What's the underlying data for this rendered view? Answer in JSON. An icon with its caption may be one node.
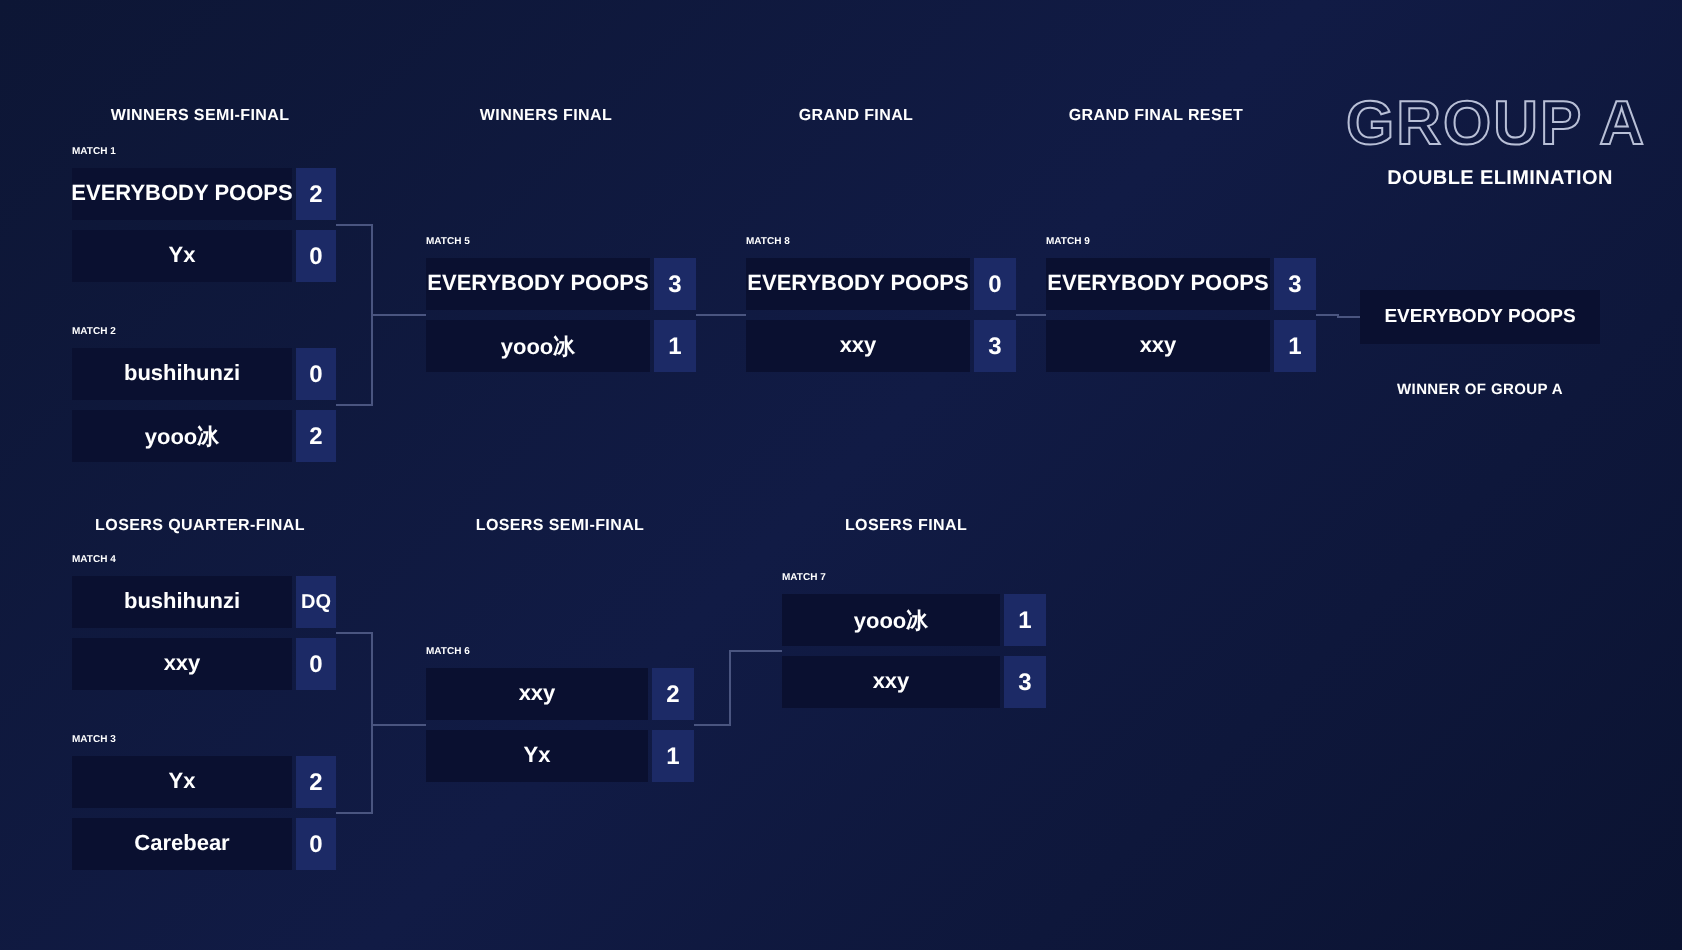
{
  "diagram": {
    "title": "GROUP A",
    "nodes": [
      {
        "text": [
          "MATCH 1"
        ]
      },
      {
        "text": [
          "EVERYBODY POOPS",
          "2"
        ],
        "in": 0
      },
      {
        "text": [
          "Yx",
          "0"
        ],
        "in": 0
      },
      {
        "text": [
          "MATCH 2"
        ]
      },
      {
        "text": [
          "bushihunzi",
          "0"
        ],
        "in": 3
      },
      {
        "text": [
          "yooo冰",
          "2"
        ],
        "in": 3
      },
      {
        "text": [
          "MATCH 5"
        ]
      },
      {
        "text": [
          "EVERYBODY POOPS",
          "3"
        ],
        "in": 6
      },
      {
        "text": [
          "yooo冰",
          "1"
        ],
        "in": 6
      },
      {
        "text": [
          "MATCH 8"
        ]
      },
      {
        "text": [
          "EVERYBODY POOPS",
          "0"
        ],
        "in": 9
      },
      {
        "text": [
          "xxy",
          "3"
        ],
        "in": 9
      },
      {
        "text": [
          "MATCH 9"
        ]
      },
      {
        "text": [
          "EVERYBODY POOPS",
          "3"
        ],
        "in": 12
      },
      {
        "text": [
          "xxy",
          "1"
        ],
        "in": 12
      },
      {
        "text": [
          "EVERYBODY POOPS"
        ],
        "beside": [
          "WINNER OF GROUP A"
        ]
      },
      {
        "text": [
          "MATCH 4"
        ]
      },
      {
        "text": [
          "bushihunzi",
          "DQ"
        ],
        "in": 16
      },
      {
        "text": [
          "xxy",
          "0"
        ],
        "in": 16
      },
      {
        "text": [
          "MATCH 3"
        ]
      },
      {
        "text": [
          "Yx",
          "2"
        ],
        "in": 19
      },
      {
        "text": [
          "Carebear",
          "0"
        ],
        "in": 19
      },
      {
        "text": [
          "MATCH 6"
        ]
      },
      {
        "text": [
          "xxy",
          "2"
        ],
        "in": 22
      },
      {
        "text": [
          "Yx",
          "1"
        ],
        "in": 22
      },
      {
        "text": [
          "MATCH 7"
        ]
      },
      {
        "text": [
          "yooo冰",
          "1"
        ],
        "in": 25
      },
      {
        "text": [
          "xxy",
          "3"
        ],
        "in": 25
      }
    ],
    "edges": [
      {
        "from": 0,
        "to": 6,
        "arrow": "none"
      },
      {
        "from": 3,
        "to": 6,
        "arrow": "none"
      },
      {
        "from": 6,
        "to": 9,
        "arrow": "none"
      },
      {
        "from": 9,
        "to": 12,
        "arrow": "none"
      },
      {
        "from": 12,
        "to": 15,
        "arrow": "none"
      },
      {
        "from": 16,
        "to": 22,
        "arrow": "none"
      },
      {
        "from": 19,
        "to": 22,
        "arrow": "none"
      },
      {
        "from": 22,
        "to": 25,
        "arrow": "none"
      }
    ],
    "labels": [
      "DOUBLE ELIMINATION",
      "WINNERS SEMI-FINAL",
      "WINNERS FINAL",
      "GRAND FINAL",
      "GRAND FINAL RESET",
      "LOSERS QUARTER-FINAL",
      "LOSERS SEMI-FINAL",
      "LOSERS FINAL"
    ]
  }
}
